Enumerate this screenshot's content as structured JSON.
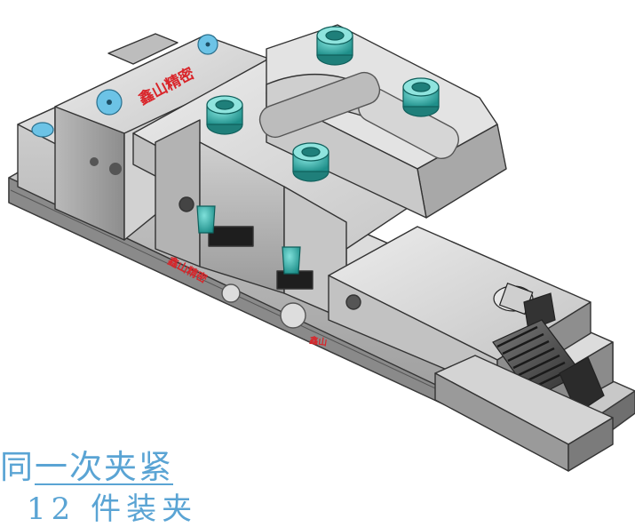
{
  "caption": {
    "line1_prefix": "同",
    "line1_underlined": "一次夹紧",
    "line2": "12 件装夹"
  },
  "product_labels": {
    "top_plate_mark": "鑫山精密",
    "side_mark_left": "鑫山精密",
    "side_mark_right": "鑫山"
  },
  "colors": {
    "accent_teal": "#2aa6a0",
    "caption_blue": "#5aa4d4",
    "mark_red": "#d9252a",
    "steel_light": "#d8d8d8",
    "steel_mid": "#a9a9a9",
    "steel_dark": "#6a6a6a"
  }
}
